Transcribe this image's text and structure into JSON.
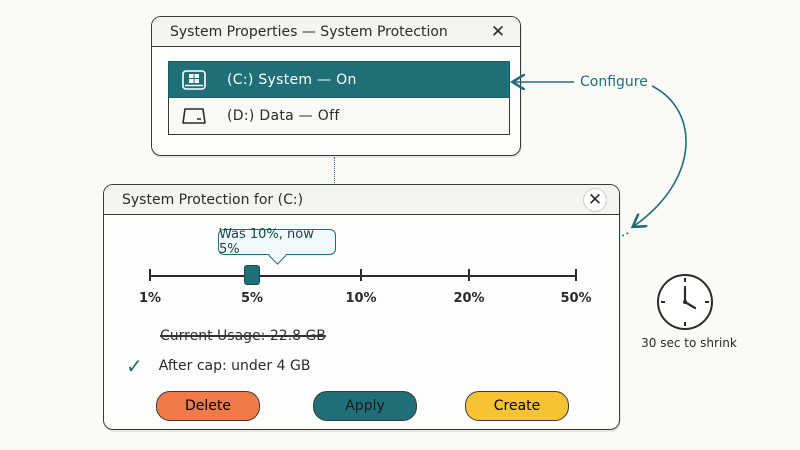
{
  "window_main": {
    "title": "System Properties — System Protection",
    "close_glyph": "✕",
    "drives": [
      {
        "label": "(C:) System — On",
        "selected": true
      },
      {
        "label": "(D:) Data — Off",
        "selected": false
      }
    ]
  },
  "window_detail": {
    "title": "System Protection for (C:)",
    "close_glyph": "✕",
    "tooltip": "Was 10%, now 5%",
    "slider": {
      "ticks": [
        "1%",
        "5%",
        "10%",
        "20%",
        "50%"
      ],
      "value": "5%"
    },
    "current_usage": "Current Usage: 22.8 GB",
    "after_cap": "After cap: under 4 GB",
    "buttons": {
      "delete": "Delete",
      "apply": "Apply",
      "create": "Create"
    }
  },
  "annotations": {
    "configure": "Configure",
    "timer": "30 sec to shrink"
  },
  "icons": {
    "drive_c": "windows-drive-icon",
    "drive_d": "hard-drive-icon",
    "check": "checkmark-icon",
    "clock": "clock-icon"
  },
  "colors": {
    "accent": "#1f6f78",
    "delete": "#f07a4a",
    "apply": "#1f6f78",
    "create": "#f7c234"
  }
}
